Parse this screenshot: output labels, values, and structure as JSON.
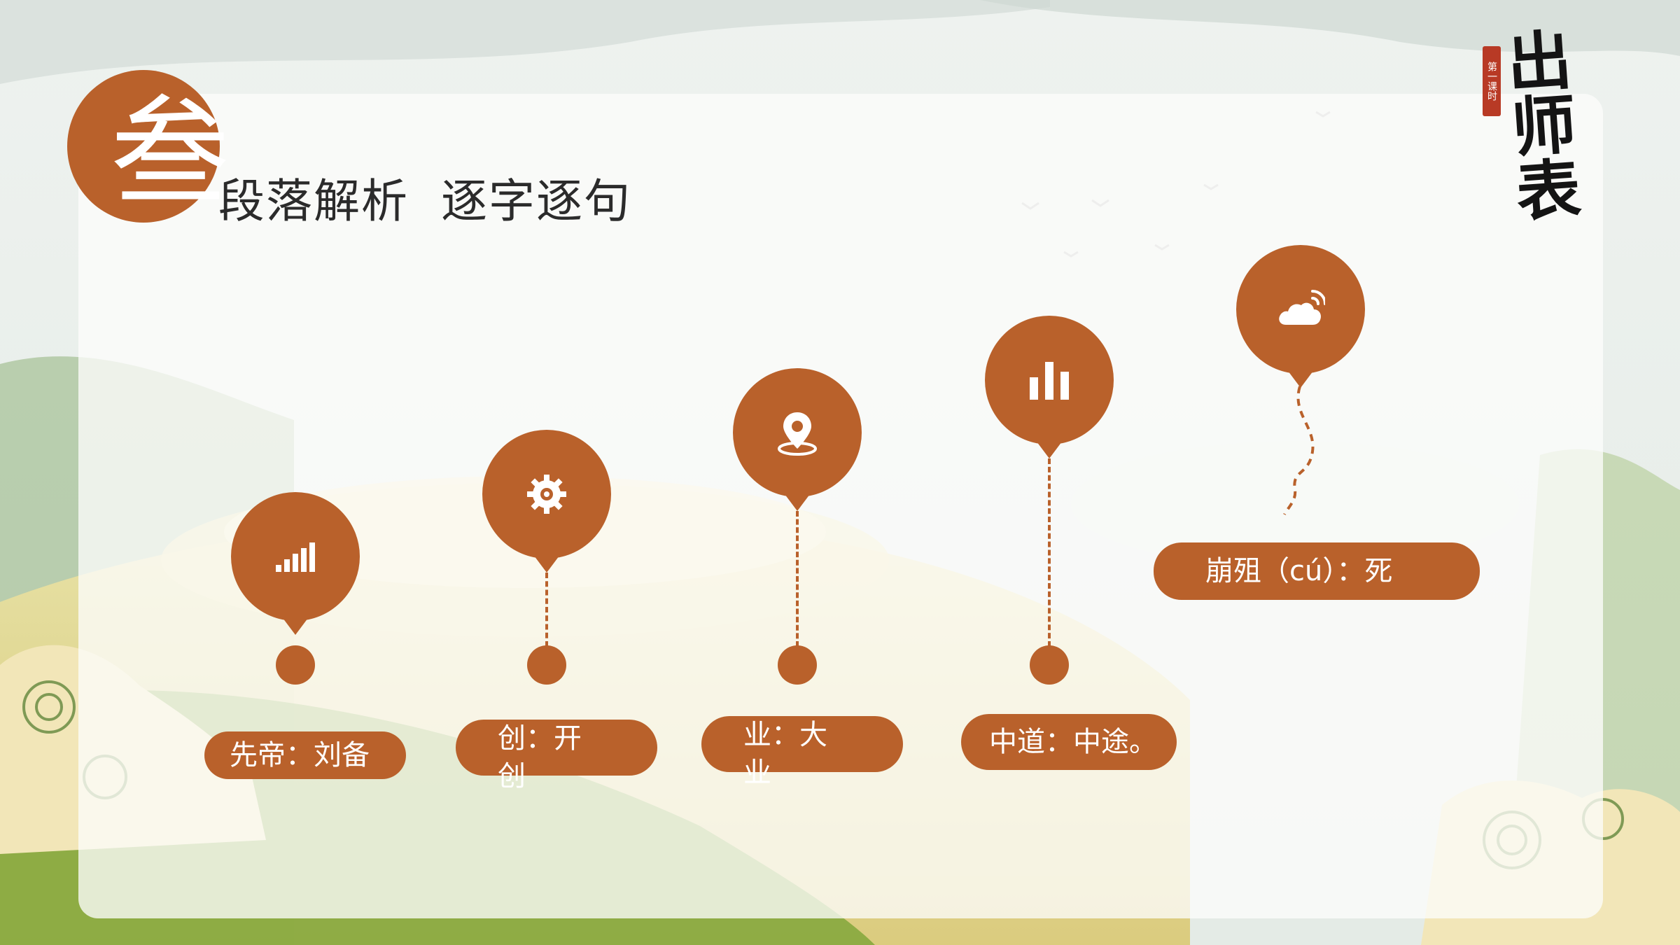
{
  "section": {
    "numeral": "叁",
    "title": "段落解析  逐字逐句"
  },
  "logo": {
    "small_text": "第一课时",
    "big_text": "出师表"
  },
  "colors": {
    "accent": "#b9612b",
    "text": "#2b2b2b",
    "panel": "#fcfdfb"
  },
  "timeline": [
    {
      "icon": "signal-bars-icon",
      "label": "先帝：刘备"
    },
    {
      "icon": "gear-icon",
      "label": "创：开创"
    },
    {
      "icon": "location-pin-icon",
      "label": "业：大业"
    },
    {
      "icon": "bar-chart-icon",
      "label": "中道：中途。"
    },
    {
      "icon": "cloud-wifi-icon",
      "label": "崩殂（cú）：死"
    }
  ]
}
